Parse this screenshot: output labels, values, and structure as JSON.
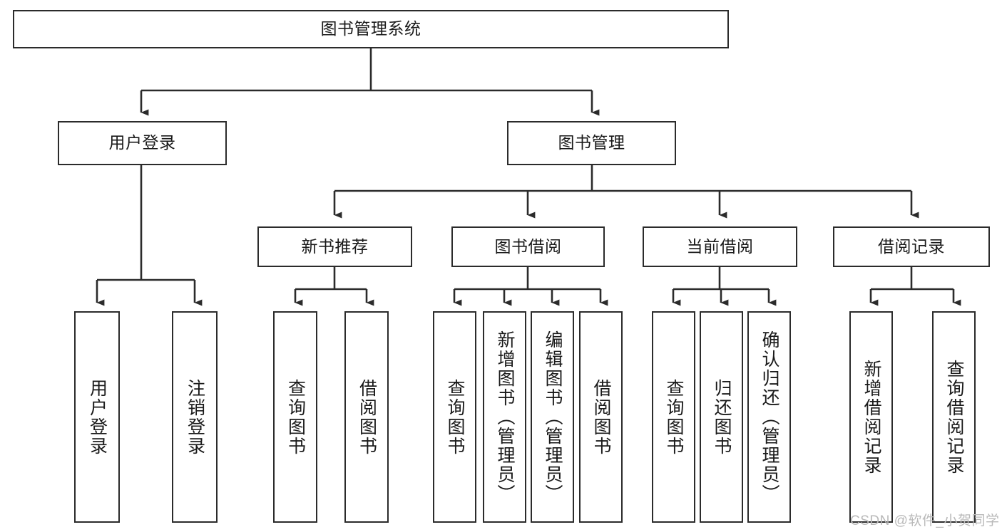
{
  "diagram": {
    "title": "图书管理系统",
    "type": "tree",
    "style": {
      "box_border_color": "#2b2b2b",
      "box_fill_color": "#ffffff",
      "line_color": "#2b2b2b",
      "text_color": "#1a1a1a",
      "background_color": "#ffffff"
    },
    "watermark": "CSDN @软件_小贺同学",
    "nodes": {
      "root": {
        "label": "图书管理系统"
      },
      "level2": [
        {
          "id": "user-login",
          "label": "用户登录"
        },
        {
          "id": "book-manage",
          "label": "图书管理"
        }
      ],
      "level3": [
        {
          "id": "new-book-recommend",
          "label": "新书推荐"
        },
        {
          "id": "book-borrow",
          "label": "图书借阅"
        },
        {
          "id": "current-borrow",
          "label": "当前借阅"
        },
        {
          "id": "borrow-record",
          "label": "借阅记录"
        }
      ],
      "leaves": {
        "user-login": [
          {
            "id": "leaf-user-login",
            "label": "用户登录"
          },
          {
            "id": "leaf-user-logout",
            "label": "注销登录"
          }
        ],
        "new-book-recommend": [
          {
            "id": "leaf-query-book-1",
            "label": "查询图书"
          },
          {
            "id": "leaf-borrow-book-1",
            "label": "借阅图书"
          }
        ],
        "book-borrow": [
          {
            "id": "leaf-query-book-2",
            "label": "查询图书"
          },
          {
            "id": "leaf-add-book",
            "label": "新增图书（管理员）"
          },
          {
            "id": "leaf-edit-book",
            "label": "编辑图书（管理员）"
          },
          {
            "id": "leaf-borrow-book-2",
            "label": "借阅图书"
          }
        ],
        "current-borrow": [
          {
            "id": "leaf-query-book-3",
            "label": "查询图书"
          },
          {
            "id": "leaf-return-book",
            "label": "归还图书"
          },
          {
            "id": "leaf-confirm-return",
            "label": "确认归还（管理员）"
          }
        ],
        "borrow-record": [
          {
            "id": "leaf-add-record",
            "label": "新增借阅记录"
          },
          {
            "id": "leaf-query-record",
            "label": "查询借阅记录"
          }
        ]
      }
    }
  }
}
